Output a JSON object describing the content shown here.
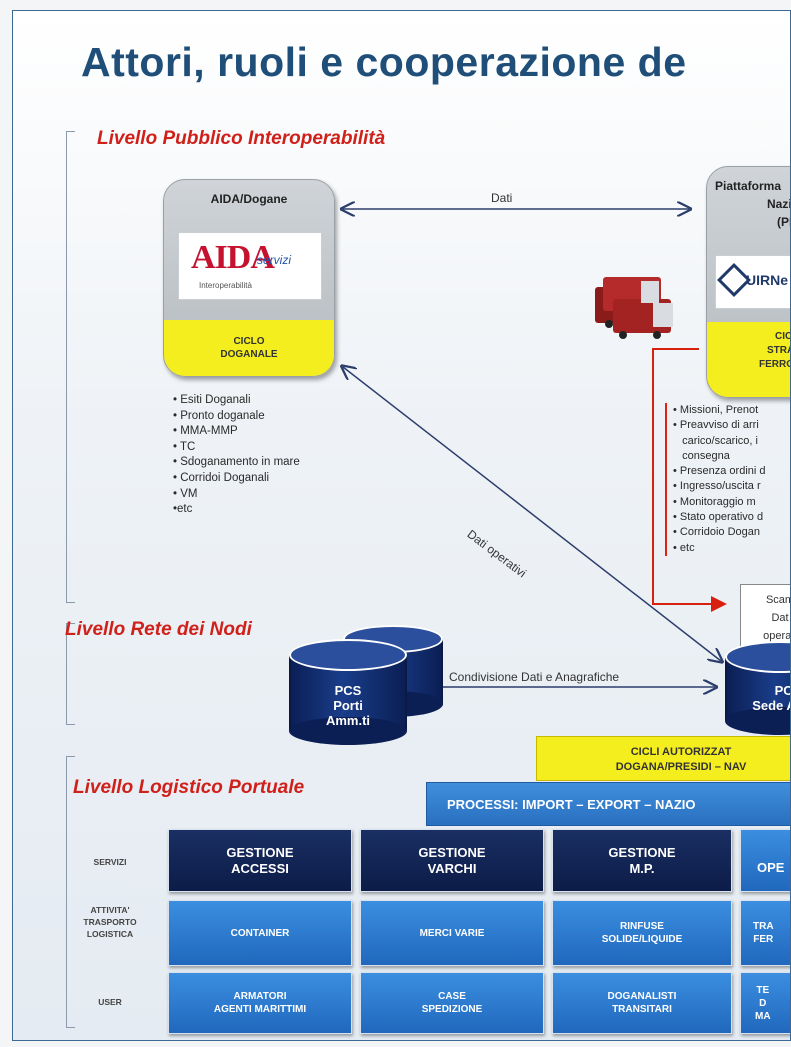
{
  "title": "Attori, ruoli e cooperazione de",
  "levels": {
    "pubblico": "Livello  Pubblico Interoperabilità",
    "rete": "Livello  Rete dei Nodi",
    "logistico": "Livello Logistico Portuale"
  },
  "aida": {
    "title": "AIDA/Dogane",
    "logo_main": "AIDA",
    "logo_script": "servizi",
    "logo_sub": "Interoperabilità",
    "cycle_line1": "CICLO",
    "cycle_line2": "DOGANALE",
    "items": [
      "• Esiti Doganali",
      "• Pronto doganale",
      "• MMA-MMP",
      "• TC",
      "• Sdoganamento in mare",
      "• Corridoi Doganali",
      "• VM",
      "•etc"
    ]
  },
  "pln": {
    "title_line1": "Piattaforma",
    "title_line2": "Nazio",
    "title_line3": "(PL",
    "logo": "UIRNe",
    "cycle_line1": "CICL",
    "cycle_line2": "STRAD",
    "cycle_line3": "FERROV",
    "items": [
      "• Missioni, Prenot",
      "• Preavviso di arri",
      "   carico/scarico, i",
      "   consegna",
      "• Presenza ordini d",
      "• Ingresso/uscita r",
      "• Monitoraggio m",
      "• Stato operativo d",
      "• Corridoio Dogan",
      "• etc"
    ]
  },
  "swap_box": {
    "line1": "Scam",
    "line2": "Dat",
    "line3": "operati"
  },
  "arrows": {
    "dati": "Dati",
    "dati_operativi": "Dati  operativi",
    "condivisione": "Condivisione Dati e Anagrafiche"
  },
  "pcs_porti": {
    "line1": "PCS",
    "line2": "Porti",
    "line3": "Amm.ti"
  },
  "pcs_sede": {
    "line1": "PCS",
    "line2": "Sede A"
  },
  "cicli_bar": {
    "line1": "CICLI AUTORIZZAT",
    "line2": "DOGANA/PRESIDI – NAV"
  },
  "processi": "PROCESSI: IMPORT – EXPORT – NAZIO",
  "rows": {
    "servizi": "SERVIZI",
    "attivita": "ATTIVITA'\nTRASPORTO\nLOGISTICA",
    "user": "USER"
  },
  "servizi_cells": [
    "GESTIONE\nACCESSI",
    "GESTIONE\nVARCHI",
    "GESTIONE\nM.P.",
    "\nOPE"
  ],
  "attivita_cells": [
    "CONTAINER",
    "MERCI VARIE",
    "RINFUSE\nSOLIDE/LIQUIDE",
    "TRA\nFER"
  ],
  "user_cells": [
    "ARMATORI\nAGENTI MARITTIMI",
    "CASE\nSPEDIZIONE",
    "DOGANALISTI\nTRANSITARI",
    "TE\nD\nMA"
  ],
  "colors": {
    "title": "#1f4e79",
    "level": "#d0201a",
    "yellow": "#f5ee1f",
    "navy": "#0c1c48",
    "blue": "#2a6fc0"
  }
}
